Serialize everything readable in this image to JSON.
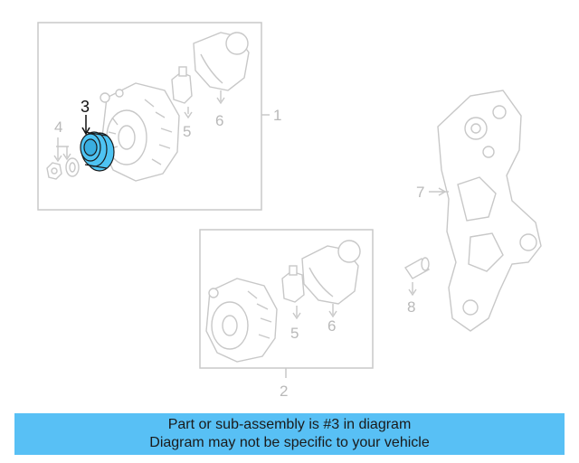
{
  "diagram": {
    "highlight_color": "#4ec3f2",
    "line_color": "#c8c8c8",
    "callouts": {
      "c1": "1",
      "c2": "2",
      "c3": "3",
      "c4": "4",
      "c5a": "5",
      "c6a": "6",
      "c5b": "5",
      "c6b": "6",
      "c7": "7",
      "c8": "8"
    }
  },
  "banner": {
    "line1": "Part or sub-assembly is #3 in diagram",
    "line2": "Diagram may not be specific to your vehicle",
    "color": "#58c0f5"
  }
}
